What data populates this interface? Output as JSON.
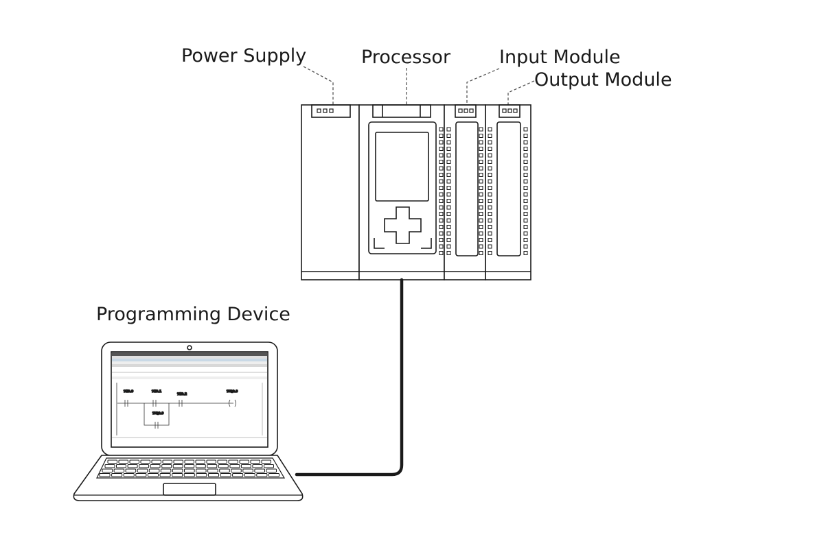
{
  "labels": {
    "power_supply": "Power Supply",
    "processor": "Processor",
    "input_module": "Input Module",
    "output_module": "Output Module",
    "programming_device": "Programming Device"
  },
  "colors": {
    "stroke": "#1a1a1a",
    "screen_accent": "#1b8a8a"
  },
  "icons": {
    "plc_rack": "plc-rack-icon",
    "laptop": "laptop-icon"
  }
}
